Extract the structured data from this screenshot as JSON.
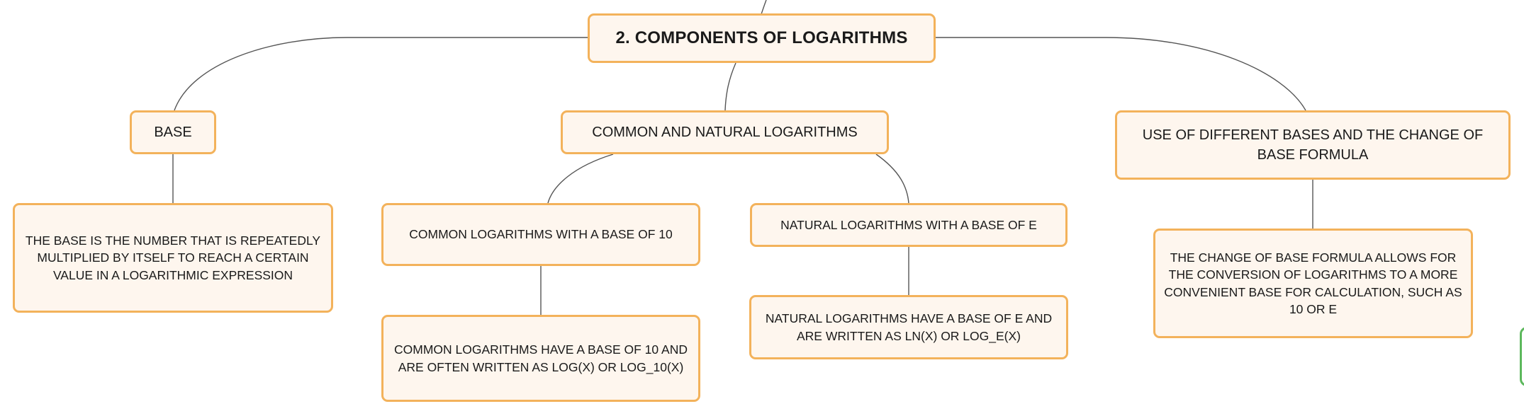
{
  "diagram": {
    "root": {
      "label": "2. COMPONENTS OF LOGARITHMS"
    },
    "base": {
      "label": "BASE",
      "detail": "THE BASE IS THE NUMBER THAT IS REPEATEDLY MULTIPLIED BY ITSELF TO REACH A CERTAIN VALUE IN A LOGARITHMIC EXPRESSION"
    },
    "common_natural": {
      "label": "COMMON AND NATURAL LOGARITHMS",
      "common": {
        "label": "COMMON LOGARITHMS WITH A BASE OF 10",
        "detail": "COMMON LOGARITHMS HAVE A BASE OF 10 AND ARE OFTEN WRITTEN AS LOG(X) OR LOG_10(X)"
      },
      "natural": {
        "label": "NATURAL LOGARITHMS WITH A BASE OF E",
        "detail": "NATURAL LOGARITHMS HAVE A BASE OF E AND ARE WRITTEN AS LN(X) OR LOG_E(X)"
      }
    },
    "change_of_base": {
      "label": "USE OF DIFFERENT BASES AND THE CHANGE OF BASE FORMULA",
      "detail": "THE CHANGE OF BASE FORMULA ALLOWS FOR THE CONVERSION OF LOGARITHMS TO A MORE CONVENIENT BASE FOR CALCULATION, SUCH AS 10 OR E"
    }
  },
  "colors": {
    "node_fill": "#fef6ee",
    "node_border": "#f3b25b",
    "connector": "#555555",
    "edge_tab_border": "#5cb85c"
  }
}
